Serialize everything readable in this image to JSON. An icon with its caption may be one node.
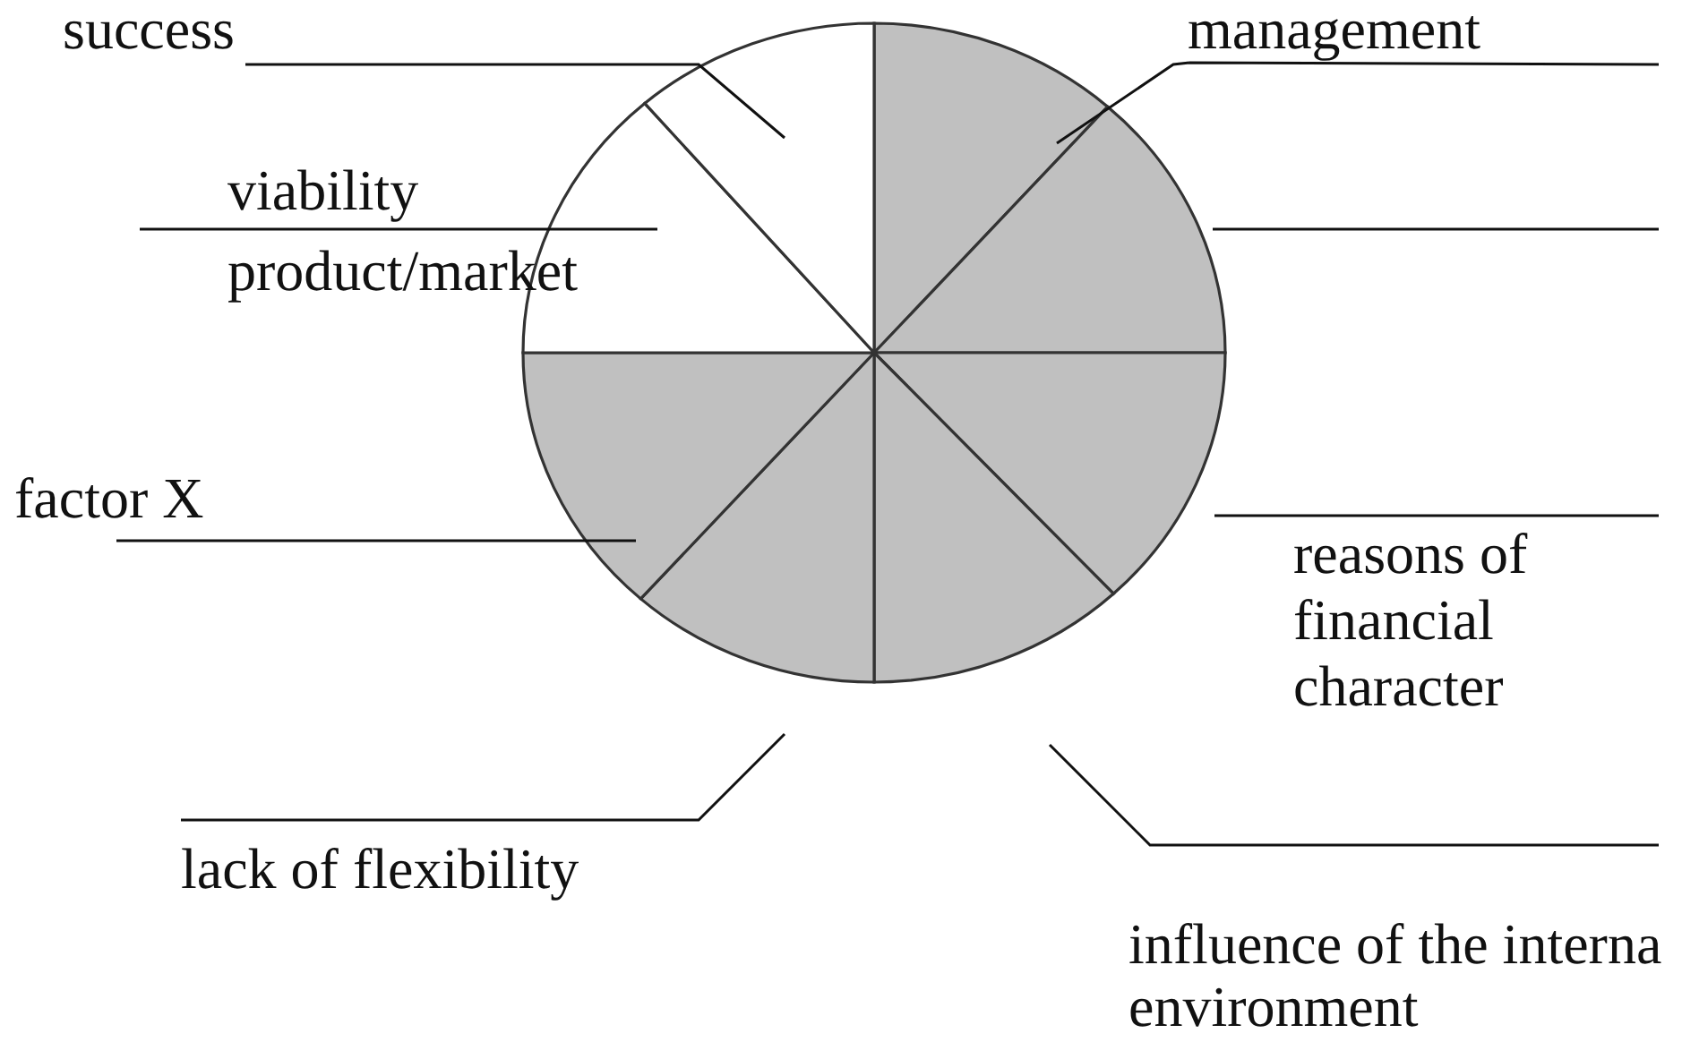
{
  "diagram": {
    "nodes": [
      {
        "text": [
          "success"
        ]
      },
      {
        "text": [
          "management"
        ]
      },
      {
        "text": [
          "viability",
          "product/market"
        ]
      },
      {
        "text": [
          "factor X"
        ]
      },
      {
        "text": [
          "reasons of financial character"
        ]
      },
      {
        "text": [
          "lack of flexibility"
        ]
      },
      {
        "text": [
          "influence of the interna environment"
        ]
      },
      {
        "text": [],
        "shape": "slice"
      },
      {
        "text": [],
        "shape": "slice"
      },
      {
        "text": [],
        "shape": "slice"
      },
      {
        "text": [],
        "shape": "slice"
      },
      {
        "text": [],
        "shape": "slice"
      },
      {
        "text": [],
        "shape": "slice"
      },
      {
        "text": [],
        "shape": "slice"
      },
      {
        "text": [],
        "shape": "slice"
      }
    ],
    "edges": [
      {
        "from": 0,
        "to": 14,
        "arrow": "none"
      },
      {
        "from": 1,
        "to": 7,
        "arrow": "none"
      },
      {
        "from": null,
        "to": 8,
        "arrow": "none"
      },
      {
        "from": 2,
        "to": 13,
        "arrow": "none"
      },
      {
        "from": 3,
        "to": 12,
        "arrow": "none"
      },
      {
        "from": 4,
        "to": 9,
        "arrow": "none"
      },
      {
        "from": 5,
        "to": 11,
        "arrow": "none"
      },
      {
        "from": 6,
        "to": 10,
        "arrow": "none"
      }
    ]
  }
}
